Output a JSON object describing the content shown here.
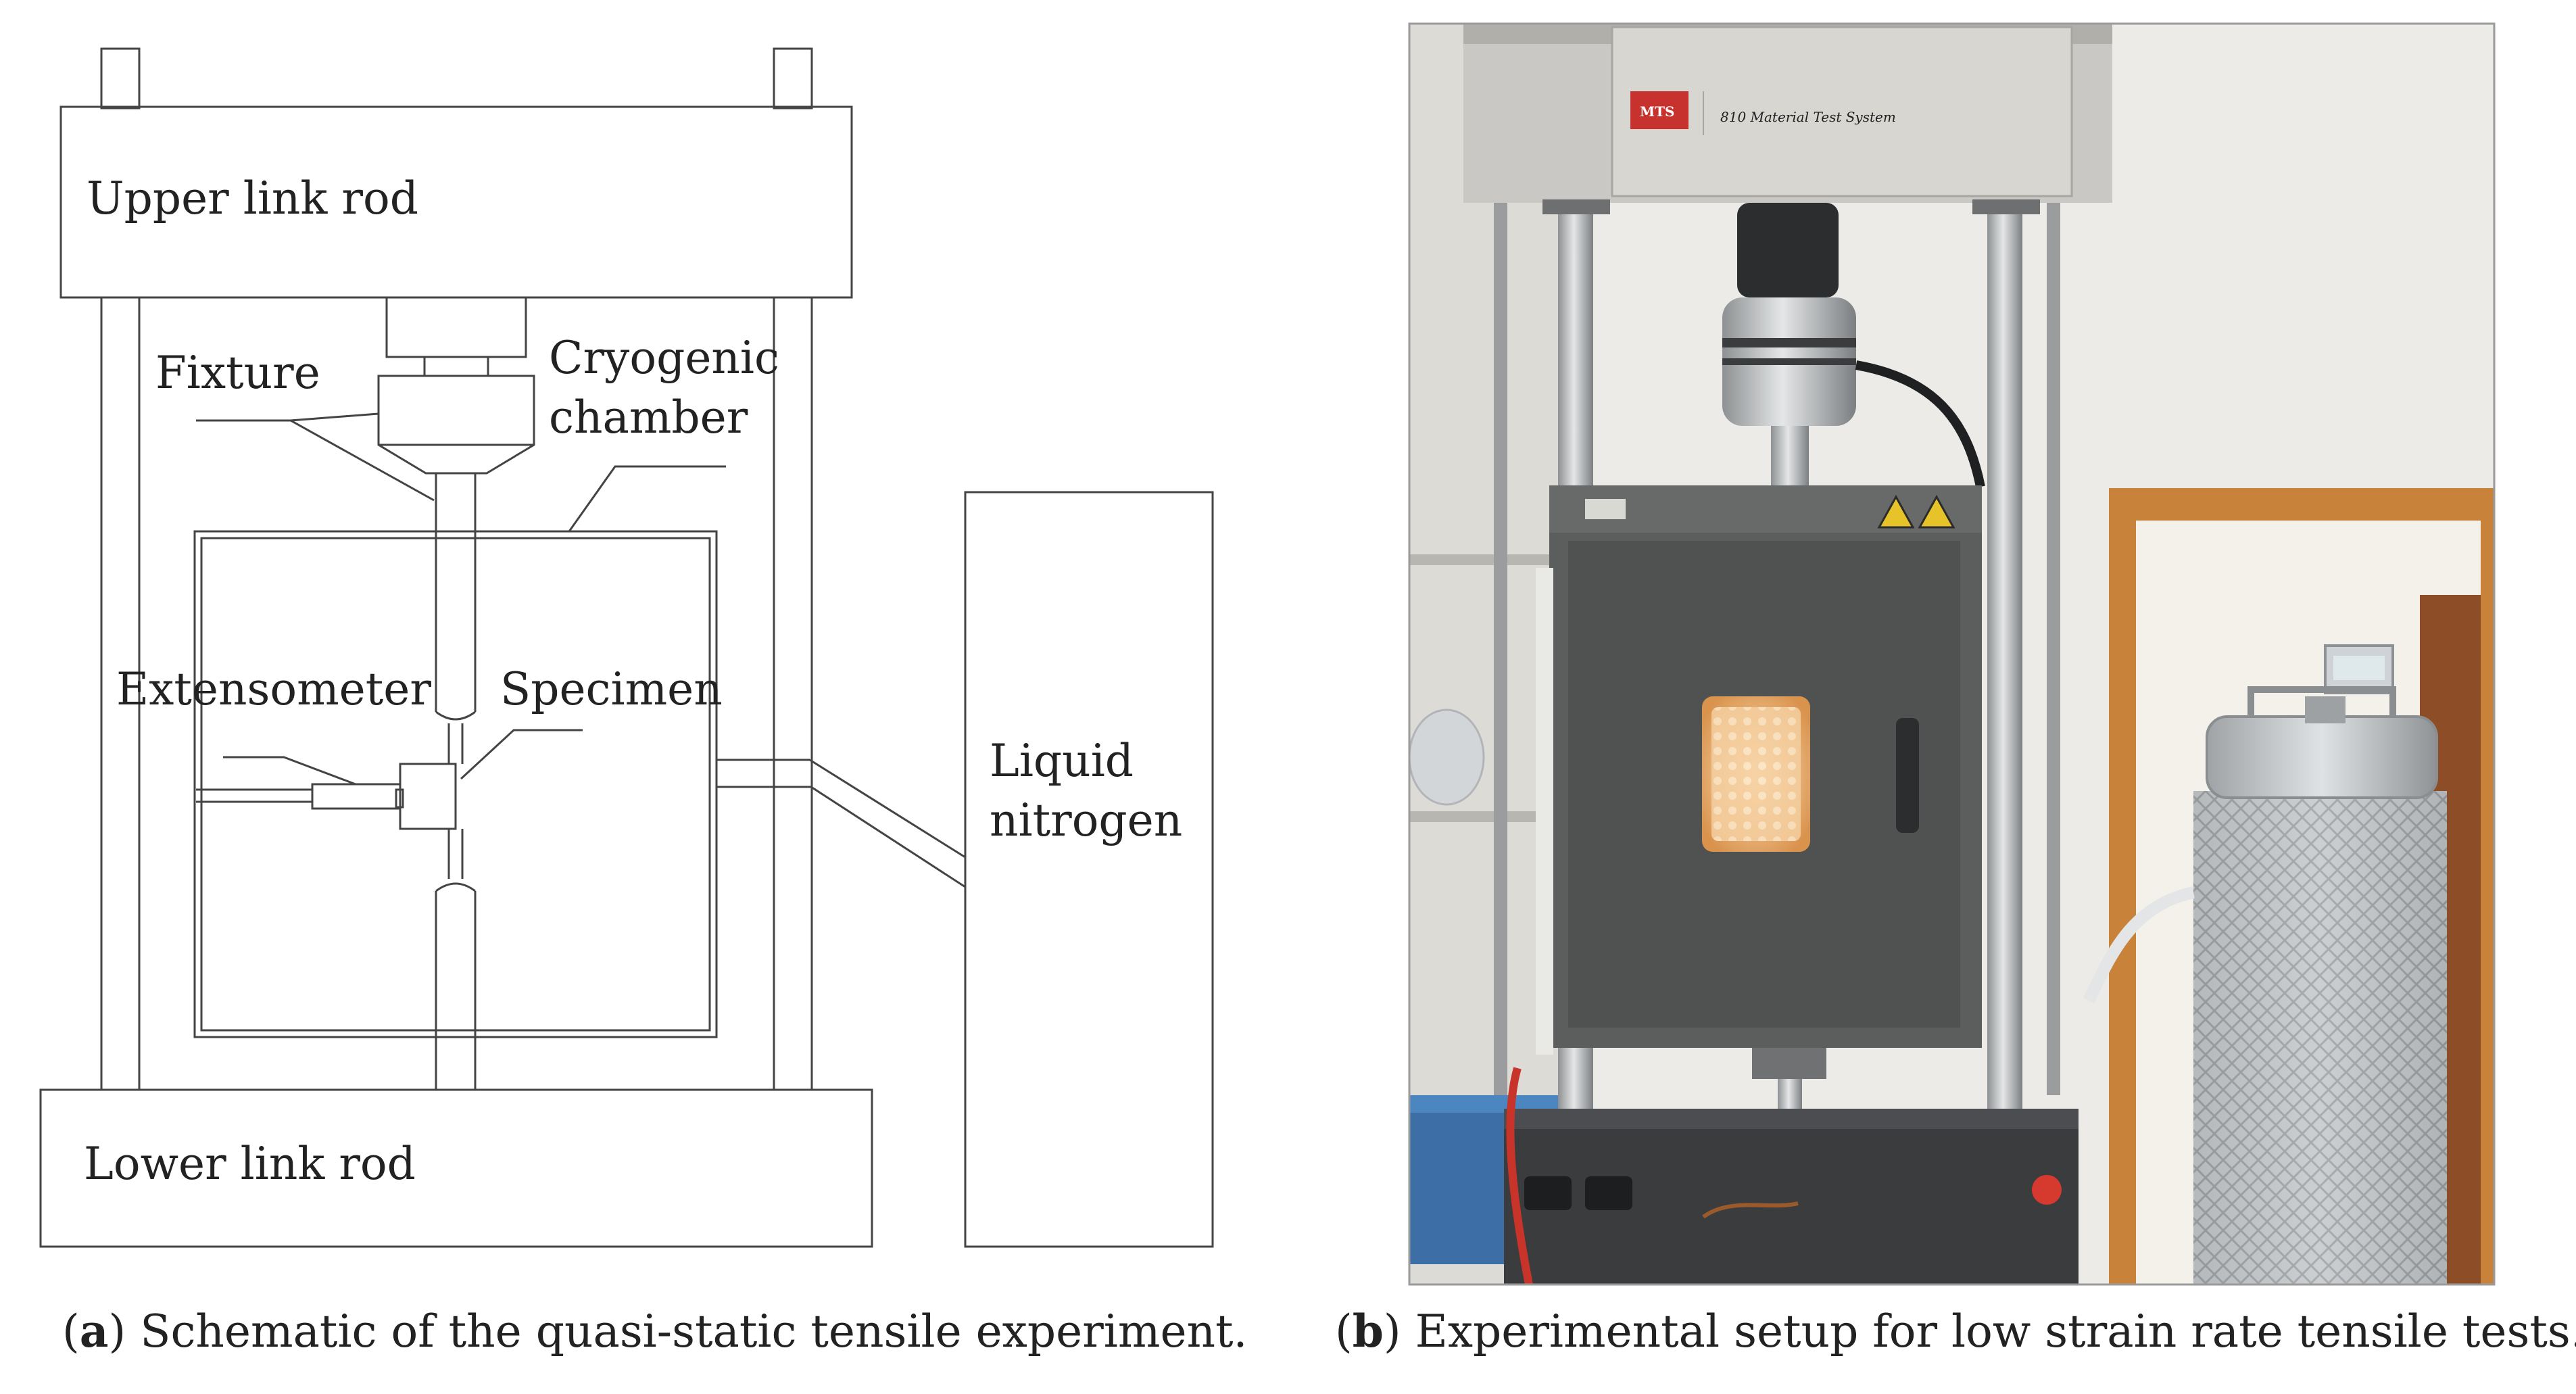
{
  "schematic": {
    "labels": {
      "upper_link_rod": "Upper link rod",
      "fixture": "Fixture",
      "cryogenic_chamber_line1": "Cryogenic",
      "cryogenic_chamber_line2": "chamber",
      "extensometer": "Extensometer",
      "specimen": "Specimen",
      "liquid_nitrogen_line1": "Liquid",
      "liquid_nitrogen_line2": "nitrogen",
      "lower_link_rod": "Lower link rod"
    }
  },
  "photo": {
    "machine_brand_badge": "MTS",
    "machine_plate": "810 Material Test System"
  },
  "captions": {
    "a": {
      "marker": "a",
      "text": "Schematic of the quasi-static tensile experiment."
    },
    "b": {
      "marker": "b",
      "text": "Experimental setup for low strain rate tensile tests."
    }
  },
  "colors": {
    "line": "#444444",
    "chamber_body": "#5b5e5c",
    "frame_gray": "#c9c8c4",
    "wall": "#ecebe7",
    "window_glow": "#f2c89a",
    "door_frame": "#c9823a",
    "dewar": "#b9bcbe",
    "badge_red": "#c8322e"
  }
}
